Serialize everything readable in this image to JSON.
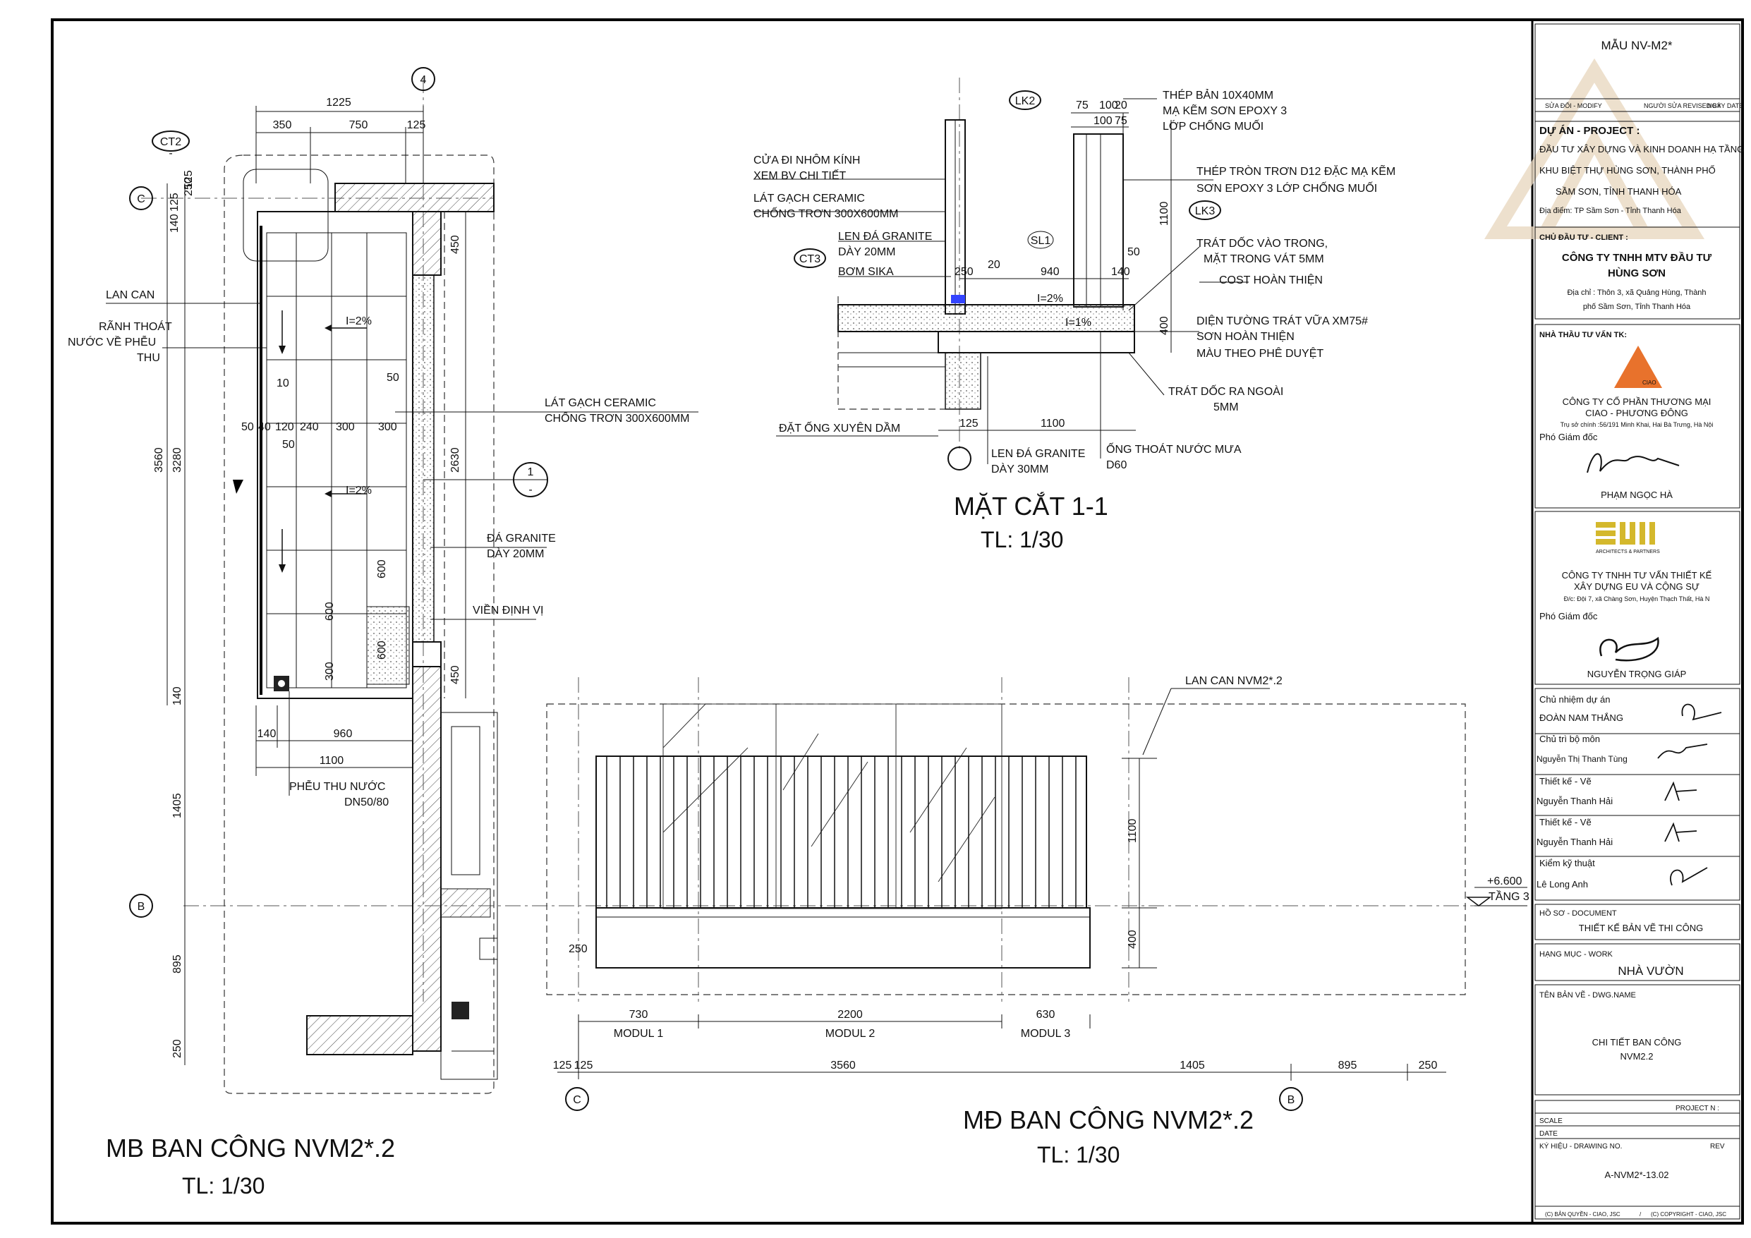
{
  "plan": {
    "title": "MB BAN CÔNG NVM2*.2",
    "scale": "TL: 1/30",
    "dims_top": [
      "1225",
      "350",
      "750",
      "125"
    ],
    "dims_left": [
      "250",
      "125",
      "125",
      "140",
      "3560",
      "3280",
      "140",
      "1405",
      "895",
      "250"
    ],
    "dims_bottom": [
      "140",
      "960",
      "1100"
    ],
    "dims_right": [
      "450",
      "2630",
      "450"
    ],
    "dims_inner": [
      "50",
      "40",
      "120",
      "240",
      "300",
      "300",
      "50",
      "10",
      "600",
      "600",
      "300",
      "600"
    ],
    "slopes": [
      "I=2%",
      "I=2%"
    ],
    "grid": [
      "4",
      "C",
      "B",
      "CT2"
    ],
    "section_mark": {
      "num": "1",
      "sub": "-"
    },
    "notes": {
      "lan_can": "LAN CAN",
      "ranh_thoat_1": "RÃNH THOÁT",
      "ranh_thoat_2": "NƯỚC VỀ PHỄU",
      "ranh_thoat_3": "THU",
      "lat_gach_1": "LÁT GẠCH CERAMIC",
      "lat_gach_2": "CHỐNG TRƠN 300X600MM",
      "da_granite_1": "ĐÁ GRANITE",
      "da_granite_2": "DÀY 20MM",
      "vien": "VIỀN ĐỊNH VỊ",
      "pheu_1": "PHỄU THU NƯỚC",
      "pheu_2": "DN50/80"
    }
  },
  "section": {
    "title": "MẶT CẮT 1-1",
    "scale": "TL: 1/30",
    "tags": [
      "LK2",
      "LK3",
      "CT3",
      "SL1"
    ],
    "dims": [
      "75",
      "100",
      "20",
      "100",
      "75",
      "1100",
      "50",
      "250",
      "20",
      "940",
      "140",
      "400",
      "125",
      "1100"
    ],
    "slopes": [
      "I=2%",
      "I=1%"
    ],
    "notes": {
      "cua_1": "CỬA ĐI NHÔM KÍNH",
      "cua_2": "XEM BV CHI TIẾT",
      "gach_1": "LÁT GẠCH CERAMIC",
      "gach_2": "CHỐNG TRƠN 300X600MM",
      "len_1": "LEN ĐÁ GRANITE",
      "len_2": "DÀY 20MM",
      "sika": "BƠM SIKA",
      "ong_xuyen": "ĐẶT ỐNG XUYÊN DẦM",
      "len30_1": "LEN ĐÁ GRANITE",
      "len30_2": "DÀY 30MM",
      "thep_ban_1": "THÉP BẢN 10X40MM",
      "thep_ban_2": "MẠ KẼM SƠN EPOXY 3",
      "thep_ban_3": "LỚP CHỐNG MUỐI",
      "thep_tron_1": "THÉP TRÒN TRƠN D12 ĐẶC MẠ KẼM",
      "thep_tron_2": "SƠN EPOXY 3 LỚP CHỐNG MUỐI",
      "trat_1": "TRÁT DỐC VÀO TRONG,",
      "trat_2": "MẶT TRONG VÁT 5MM",
      "cost": "COST HOÀN THIỆN",
      "dien_1": "DIỆN TƯỜNG TRÁT VỮA XM75#",
      "dien_2": "SƠN HOÀN THIỆN",
      "dien_3": "MÀU THEO PHÊ DUYỆT",
      "trat_ra_1": "TRÁT DỐC RA NGOÀI",
      "trat_ra_2": "5MM",
      "ong_thoat_1": "ỐNG THOÁT NƯỚC MƯA",
      "ong_thoat_2": "D60"
    }
  },
  "elevation": {
    "title": "MĐ BAN CÔNG NVM2*.2",
    "scale": "TL: 1/30",
    "label": "LAN CAN NVM2*.2",
    "dims_h": [
      "730",
      "2200",
      "630"
    ],
    "moduls": [
      "MODUL 1",
      "MODUL 2",
      "MODUL 3"
    ],
    "dims_bottom": [
      "125",
      "125",
      "3560",
      "1405",
      "895",
      "250"
    ],
    "dims_v": [
      "1100",
      "400"
    ],
    "dim_left": "250",
    "level": "+6.600",
    "level_name": "TẦNG 3",
    "grid": [
      "C",
      "B"
    ]
  },
  "titleblock": {
    "mau": "MẪU NV-M2*",
    "rev_head": [
      "SỬA ĐỔI - MODIFY",
      "NGƯỜI SỬA REVISED BY",
      "NGÀY DATE"
    ],
    "du_an_label": "DỰ ÁN - PROJECT :",
    "du_an": [
      "ĐẦU TƯ XÂY DỰNG VÀ KINH DOANH HẠ TẦNG",
      "KHU BIỆT THỰ HÙNG SƠN, THÀNH PHỐ",
      "SẦM SƠN, TỈNH THANH HÓA"
    ],
    "dia_diem": "Địa điểm: TP Sầm Sơn - Tỉnh Thanh Hóa",
    "chu_dau_tu_label": "CHỦ ĐẦU TƯ - CLIENT :",
    "chu_dau_tu": [
      "CÔNG TY TNHH MTV ĐẦU TƯ",
      "HÙNG SƠN"
    ],
    "chu_dau_tu_addr": [
      "Địa chỉ : Thôn 3, xã Quảng Hùng, Thành",
      "phố Sầm Sơn, Tỉnh Thanh Hóa"
    ],
    "nha_thau_label": "NHÀ THẦU TƯ VẤN TK:",
    "ciao_logo_text": "CIAO",
    "ciao": [
      "CÔNG TY CỔ PHẦN THƯƠNG MẠI",
      "CIAO - PHƯƠNG ĐÔNG"
    ],
    "ciao_addr": "Trụ sở chính :56/191 Minh Khai, Hai Bà Trưng, Hà Nội",
    "ciao_role": "Phó Giám đốc",
    "ciao_person": "PHẠM NGỌC HÀ",
    "eu_logo_sub": "ARCHITECTS & PARTNERS",
    "eu": [
      "CÔNG TY TNHH TƯ VẤN THIẾT KẾ",
      "XÂY DỰNG EU VÀ CỘNG SỰ"
    ],
    "eu_addr": "Đ/c: Đội 7, xã Chàng Sơn, Huyện Thạch Thất, Hà N",
    "eu_role": "Phó Giám đốc",
    "eu_person": "NGUYỄN TRỌNG GIÁP",
    "roles": [
      {
        "role": "Chủ nhiệm dự án",
        "name": "ĐOÀN NAM THẮNG"
      },
      {
        "role": "Chủ trì bộ môn",
        "name": "Nguyễn Thị Thanh Tùng"
      },
      {
        "role": "Thiết kế - Vẽ",
        "name": "Nguyễn Thanh Hải"
      },
      {
        "role": "Thiết kế - Vẽ",
        "name": "Nguyễn Thanh Hải"
      },
      {
        "role": "Kiểm kỹ thuật",
        "name": "Lê Long Anh"
      }
    ],
    "ho_so_label": "HỒ SƠ - DOCUMENT",
    "ho_so": "THIẾT KẾ BẢN VẼ THI CÔNG",
    "hang_muc_label": "HẠNG MỤC - WORK",
    "hang_muc": "NHÀ VƯỜN",
    "ten_ban_ve_label": "TÊN BẢN VẼ - DWG.NAME",
    "ten_ban_ve": [
      "CHI TIẾT BAN CÔNG",
      "NVM2.2"
    ],
    "project_no": "PROJECT N :",
    "scale_label": "SCALE",
    "date_label": "DATE",
    "ky_hieu_label": "KÝ HIỆU - DRAWING NO.",
    "rev_label": "REV",
    "drawing_no": "A-NVM2*-13.02",
    "copyright": [
      "(C) BẢN QUYỀN - CIAO, JSC",
      "/",
      "(C) COPYRIGHT - CIAO, JSC"
    ]
  },
  "colors": {
    "ink": "#111111",
    "blue_mark": "#3344ff",
    "ciao_orange": "#e8722c",
    "eu_gold": "#d4b82c",
    "watermark": "#e8d8c0"
  }
}
